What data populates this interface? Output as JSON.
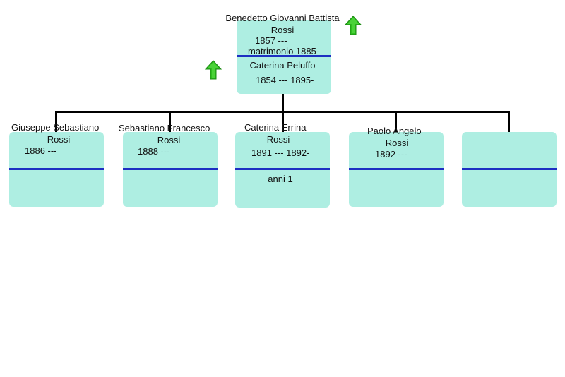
{
  "parents": {
    "father": {
      "name_line1": "Benedetto Giovanni Battista",
      "surname": "Rossi",
      "dates": "1857 ---"
    },
    "marriage": "matrimonio 1885-",
    "mother": {
      "name": "Caterina Peluffo",
      "dates": "1854 --- 1895-"
    }
  },
  "children": [
    {
      "given": "Giuseppe Sebastiano",
      "surname": "Rossi",
      "dates": "1886 ---",
      "note": ""
    },
    {
      "given": "Sebastiano Francesco",
      "surname": "Rossi",
      "dates": "1888 ---",
      "note": ""
    },
    {
      "given": "Caterina Errina",
      "surname": "Rossi",
      "dates": "1891 --- 1892-",
      "note": "anni 1"
    },
    {
      "given": "Paolo Angelo",
      "surname": "Rossi",
      "dates": "1892 ---",
      "note": ""
    },
    {
      "given": "",
      "surname": "",
      "dates": "",
      "note": ""
    }
  ],
  "icons": {
    "father_up": "green-up-arrow-icon",
    "mother_up": "green-up-arrow-icon",
    "arrow_color": "#2fbf1f"
  },
  "colors": {
    "box_fill": "#aeeee2",
    "divider": "#1d2fc2",
    "connector": "#000000"
  }
}
